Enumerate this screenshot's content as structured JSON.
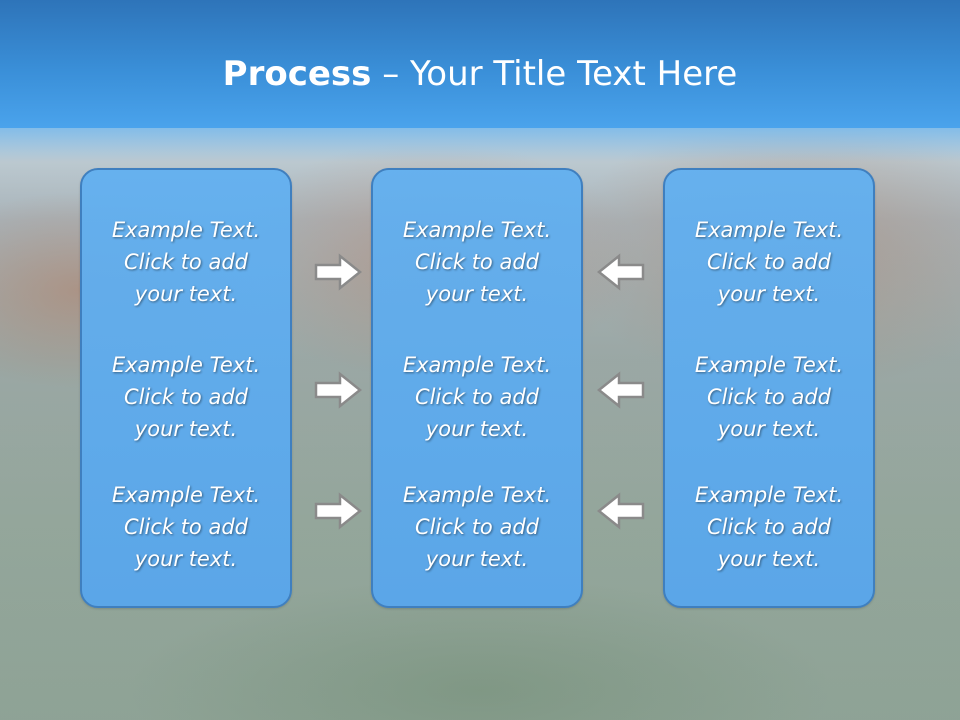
{
  "slide": {
    "title_bold": "Process",
    "title_sep": " – ",
    "title_rest": "Your Title Text Here"
  },
  "columns": [
    {
      "items": [
        {
          "line1": "Example Text.",
          "line2": "Click  to add",
          "line3": "your text."
        },
        {
          "line1": "Example Text.",
          "line2": "Click  to add",
          "line3": "your text."
        },
        {
          "line1": "Example Text.",
          "line2": "Click  to add",
          "line3": "your text."
        }
      ]
    },
    {
      "items": [
        {
          "line1": "Example Text.",
          "line2": "Click  to add",
          "line3": "your text."
        },
        {
          "line1": "Example Text.",
          "line2": "Click  to add",
          "line3": "your text."
        },
        {
          "line1": "Example Text.",
          "line2": "Click  to add",
          "line3": "your text."
        }
      ]
    },
    {
      "items": [
        {
          "line1": "Example Text.",
          "line2": "Click  to add",
          "line3": "your text."
        },
        {
          "line1": "Example Text.",
          "line2": "Click  to add",
          "line3": "your text."
        },
        {
          "line1": "Example Text.",
          "line2": "Click  to add",
          "line3": "your text."
        }
      ]
    }
  ],
  "arrows": {
    "left_to_center": [
      "right-arrow-icon",
      "right-arrow-icon",
      "right-arrow-icon"
    ],
    "right_to_center": [
      "left-arrow-icon",
      "left-arrow-icon",
      "left-arrow-icon"
    ]
  },
  "colors": {
    "header": "#3a8fd8",
    "box_fill": "#62b0f0",
    "box_border": "#3f7fbf",
    "arrow_fill": "#ffffff",
    "arrow_stroke": "#8a8a8a"
  }
}
